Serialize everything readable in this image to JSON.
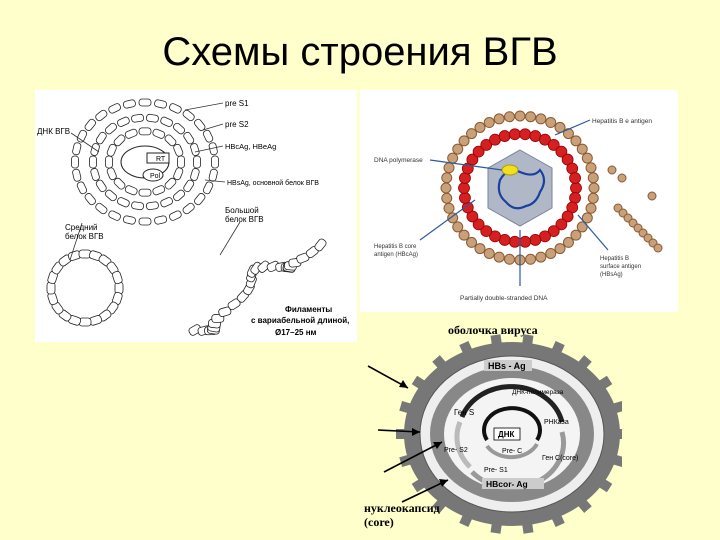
{
  "slide": {
    "title": "Схемы строения ВГВ"
  },
  "left_diagram": {
    "labels": {
      "pre_s1": "pre S1",
      "dna": "ДНК ВГВ",
      "pre_s2": "pre S2",
      "rt": "RT",
      "pol": "Pol",
      "hbc": "HBcAg, HBeAg",
      "hbs_main": "HBsAg, основной белок ВГВ",
      "large_protein_1": "Большой",
      "large_protein_2": "белок ВГВ",
      "middle_protein_1": "Средний",
      "middle_protein_2": "белок ВГВ",
      "filaments_1": "Филаменты",
      "filaments_2": "с вариабельной длиной,",
      "filaments_3": "Ø17–25 нм"
    }
  },
  "right_diagram": {
    "labels": {
      "hbe": "Hepatitis B e antigen",
      "dna_pol": "DNA polymerase",
      "core_1": "Hepatitis B core",
      "core_2": "antigen (HBcAg)",
      "surf_1": "Hepatitis B",
      "surf_2": "surface antigen",
      "surf_3": "(HBsAg)",
      "partial_dna": "Partially double-stranded DNA"
    },
    "colors": {
      "shell": "#c8a07a",
      "core": "#d42020",
      "center": "#b0b8c8",
      "pol": "#f0e020"
    }
  },
  "bottom_diagram": {
    "labels": {
      "envelope": "оболочка вируса",
      "hbs": "HBs - Ag",
      "dna_pol": "ДНК-полимераза",
      "gene_s": "Ген S",
      "rna": "РНКаза",
      "dnk": "ДНК",
      "pre_s2": "Pre- S2",
      "pre_c": "Pre- C",
      "gene_c": "Ген C(core)",
      "pre_s1": "Pre- S1",
      "hbcor": "HBcor- Ag",
      "nucleo": "нуклеокапсид",
      "core": "(core)"
    }
  }
}
